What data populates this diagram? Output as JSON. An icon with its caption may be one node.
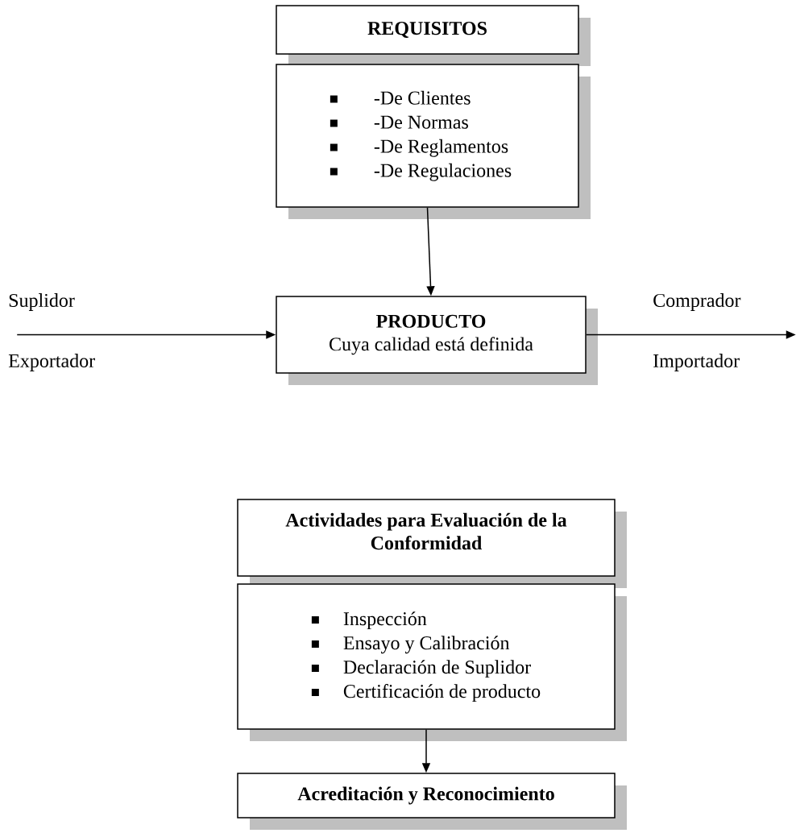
{
  "diagram": {
    "nodes": [
      {
        "text": [
          "REQUISITOS"
        ]
      },
      {
        "text": [
          "-De Clientes",
          "-De Normas",
          "-De Reglamentos",
          "-De Regulaciones"
        ]
      },
      {
        "text": [
          "PRODUCTO",
          "Cuya calidad está definida"
        ]
      },
      {
        "text": [
          "Actividades para Evaluación de la Conformidad"
        ]
      },
      {
        "text": [
          "Inspección",
          "Ensayo y Calibración",
          "Declaración de Suplidor",
          "Certificación de producto"
        ]
      },
      {
        "text": [
          "Acreditación y Reconocimiento"
        ]
      }
    ],
    "edges": [
      {
        "from": 1,
        "to": 2,
        "arrow": "to"
      },
      {
        "from": null,
        "to": 2,
        "arrow": "to"
      },
      {
        "from": 2,
        "to": null,
        "arrow": "to"
      },
      {
        "from": 4,
        "to": 5,
        "arrow": "to"
      }
    ],
    "labels": [
      "Suplidor",
      "Exportador",
      "Comprador",
      "Importador"
    ]
  }
}
